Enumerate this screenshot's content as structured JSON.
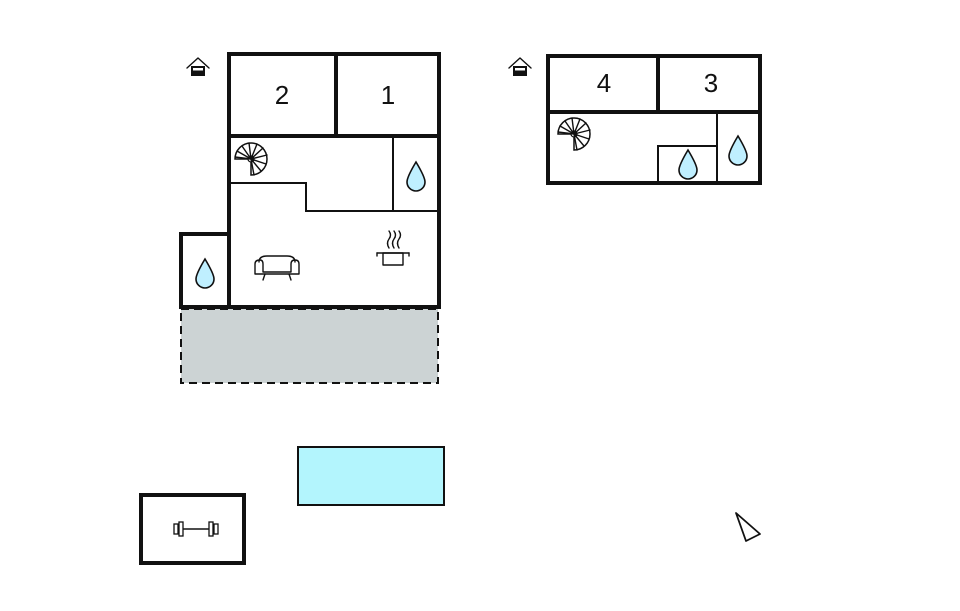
{
  "floor_ground": {
    "rooms": [
      {
        "id": "bedroom-1",
        "label": "1"
      },
      {
        "id": "bedroom-2",
        "label": "2"
      }
    ],
    "level_icon": "house-level-icon",
    "icons": [
      "spiral-staircase-icon",
      "water-drop-icon",
      "water-drop-icon",
      "sofa-icon",
      "kitchen-pot-icon"
    ]
  },
  "floor_upper": {
    "rooms": [
      {
        "id": "bedroom-3",
        "label": "3"
      },
      {
        "id": "bedroom-4",
        "label": "4"
      }
    ],
    "level_icon": "house-level-icon",
    "icons": [
      "spiral-staircase-icon",
      "water-drop-icon",
      "water-drop-icon"
    ]
  },
  "outdoor": {
    "terrace_color": "#ccd3d4",
    "pool_color": "#b3f5fd",
    "water_color": "#bfefff",
    "icons": [
      "dumbbell-icon",
      "north-arrow-icon"
    ]
  }
}
